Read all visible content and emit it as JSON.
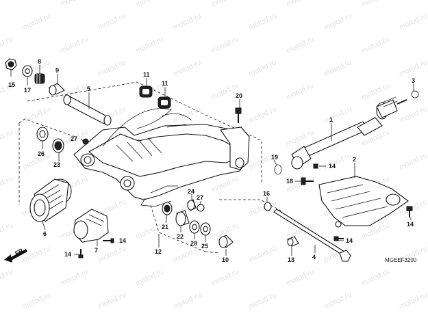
{
  "diagram_code": "MGEEF3200",
  "watermark_text": "motod.ru",
  "direction_label": "FR.",
  "callouts": [
    {
      "id": "c15",
      "text": "15"
    },
    {
      "id": "c17",
      "text": "17"
    },
    {
      "id": "c8",
      "text": "8"
    },
    {
      "id": "c9",
      "text": "9"
    },
    {
      "id": "c5",
      "text": "5"
    },
    {
      "id": "c11a",
      "text": "11"
    },
    {
      "id": "c11b",
      "text": "11"
    },
    {
      "id": "c20",
      "text": "20"
    },
    {
      "id": "c3",
      "text": "3"
    },
    {
      "id": "c1",
      "text": "1"
    },
    {
      "id": "c26",
      "text": "26"
    },
    {
      "id": "c23",
      "text": "23"
    },
    {
      "id": "c27a",
      "text": "27"
    },
    {
      "id": "c19",
      "text": "19"
    },
    {
      "id": "c14a",
      "text": "14"
    },
    {
      "id": "c2",
      "text": "2"
    },
    {
      "id": "c18",
      "text": "18"
    },
    {
      "id": "c24",
      "text": "24"
    },
    {
      "id": "c27b",
      "text": "27"
    },
    {
      "id": "c16",
      "text": "16"
    },
    {
      "id": "c14b",
      "text": "14"
    },
    {
      "id": "c6",
      "text": "6"
    },
    {
      "id": "c21",
      "text": "21"
    },
    {
      "id": "c22",
      "text": "22"
    },
    {
      "id": "c28",
      "text": "28"
    },
    {
      "id": "c25",
      "text": "25"
    },
    {
      "id": "c14c",
      "text": "14"
    },
    {
      "id": "c14d",
      "text": "14"
    },
    {
      "id": "c12",
      "text": "12"
    },
    {
      "id": "c7",
      "text": "7"
    },
    {
      "id": "c14e",
      "text": "14"
    },
    {
      "id": "c10",
      "text": "10"
    },
    {
      "id": "c13",
      "text": "13"
    },
    {
      "id": "c4",
      "text": "4"
    }
  ],
  "colors": {
    "line": "#111111",
    "background": "#ffffff",
    "watermark": "#c9c9c9"
  }
}
